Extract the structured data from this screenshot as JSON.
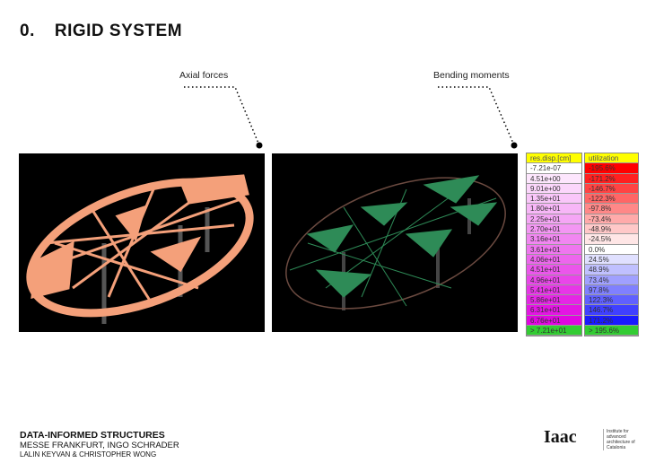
{
  "title": {
    "number": "0.",
    "text": "RIGID SYSTEM"
  },
  "labels": {
    "axial": "Axial forces",
    "bending": "Bending moments"
  },
  "legend_disp": {
    "header": "res.disp.[cm]",
    "rows": [
      "-7.21e-07",
      "4.51e+00",
      "9.01e+00",
      "1.35e+01",
      "1.80e+01",
      "2.25e+01",
      "2.70e+01",
      "3.16e+01",
      "3.61e+01",
      "4.06e+01",
      "4.51e+01",
      "4.96e+01",
      "5.41e+01",
      "5.86e+01",
      "6.31e+01",
      "6.76e+01"
    ],
    "last": "> 7.21e+01",
    "colors": [
      "#ffffff",
      "#fde6fd",
      "#fbd6fb",
      "#f9c6f9",
      "#f7b6f7",
      "#f5a6f5",
      "#f396f3",
      "#f186f1",
      "#ef76ef",
      "#ed66ed",
      "#eb56eb",
      "#e946e9",
      "#e736e7",
      "#e526e5",
      "#e316e3",
      "#e106e1"
    ],
    "last_color": "#33cc33"
  },
  "legend_util": {
    "header": "utilization",
    "rows": [
      "-195.6%",
      "-171.2%",
      "-146.7%",
      "-122.3%",
      "-97.8%",
      "-73.4%",
      "-48.9%",
      "-24.5%",
      "0.0%",
      "24.5%",
      "48.9%",
      "73.4%",
      "97.8%",
      "122.3%",
      "146.7%",
      "171.2%"
    ],
    "last": ">   195.6%",
    "colors": [
      "#ff0000",
      "#ff2020",
      "#ff4444",
      "#ff6666",
      "#ff8888",
      "#ffaaaa",
      "#ffc8c8",
      "#ffe6e6",
      "#ffffff",
      "#e0e0ff",
      "#c0c0ff",
      "#a0a0ff",
      "#8080ff",
      "#6060ff",
      "#4040ff",
      "#1a1aff"
    ],
    "last_color": "#33cc33"
  },
  "footer": {
    "line1": "DATA-INFORMED STRUCTURES",
    "line2": "MESSE FRANKFURT, INGO SCHRADER",
    "line3": "LALIN KEYVAN & CHRISTOPHER WONG"
  },
  "logo": {
    "mark": "Iaac",
    "text": "Institute for advanced architecture of Catalonia"
  }
}
